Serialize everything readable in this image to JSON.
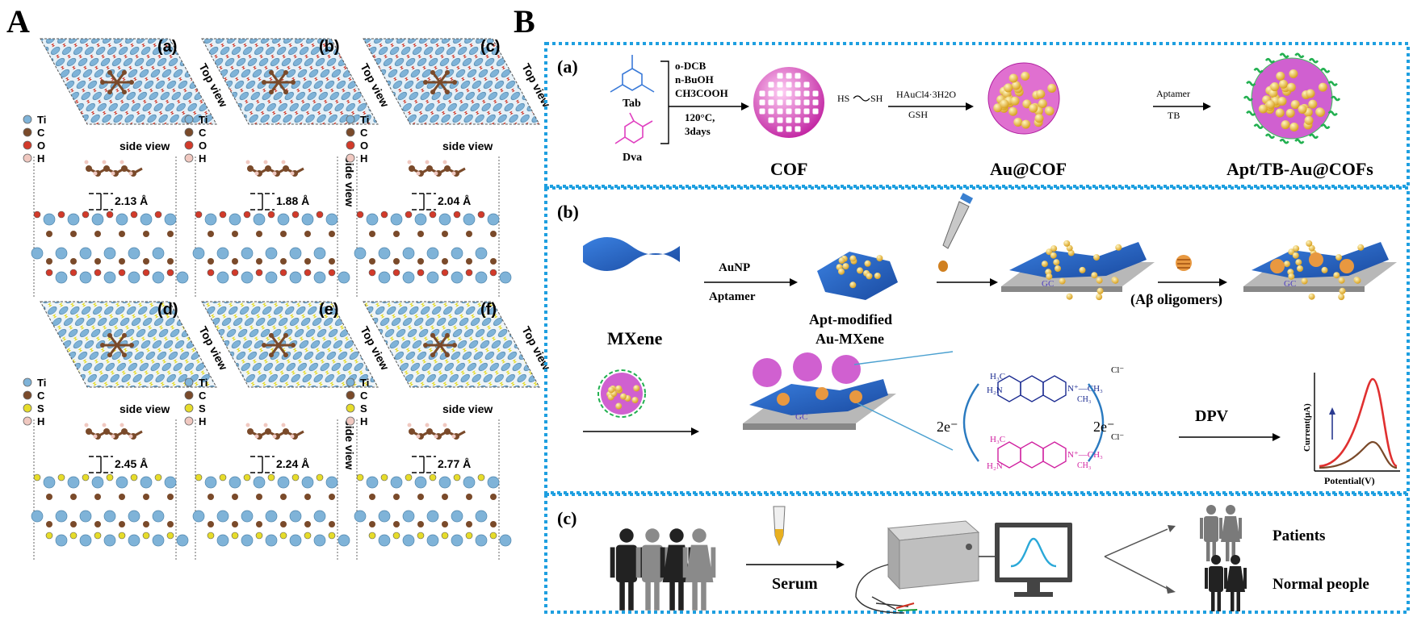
{
  "panelA": {
    "letter": "A",
    "sub": [
      "(a)",
      "(b)",
      "(c)",
      "(d)",
      "(e)",
      "(f)"
    ],
    "top_view": "Top view",
    "side_view": "side view",
    "legend_top": [
      "Ti",
      "C",
      "O",
      "H"
    ],
    "legend_bottom": [
      "Ti",
      "C",
      "S",
      "H"
    ],
    "distances": [
      "2.13 Å",
      "1.88 Å",
      "2.04 Å",
      "2.45 Å",
      "2.24 Å",
      "2.77 Å"
    ],
    "colors": {
      "ti": "#7fb3d8",
      "c": "#7a4a2a",
      "o": "#d23a2a",
      "h": "#f0c8c0",
      "s": "#e6dc2a"
    }
  },
  "panelB": {
    "letter": "B",
    "a": {
      "label": "(a)",
      "tab": "Tab",
      "dva": "Dva",
      "conditions": [
        "o-DCB",
        "n-BuOH",
        "CH3COOH",
        "120°C,",
        "3days"
      ],
      "cof": "COF",
      "hs": "HS",
      "sh": "SH",
      "haucl": "HAuCl4·3H2O",
      "gsh": "GSH",
      "aucof": "Au@COF",
      "aptamer": "Aptamer",
      "tb": "TB",
      "final": "Apt/TB-Au@COFs"
    },
    "b": {
      "label": "(b)",
      "mxene": "MXene",
      "aunp": "AuNP",
      "aptamer": "Aptamer",
      "apt_mod_1": "Apt-modified",
      "apt_mod_2": "Au-MXene",
      "gc": "GC",
      "abeta": "(Aβ oligomers)",
      "dpv": "DPV",
      "two_e": "2e⁻",
      "cl": "Cl⁻",
      "current": "Current(μA)",
      "potential": "Potential(V)"
    },
    "c": {
      "label": "(c)",
      "serum": "Serum",
      "patients": "Patients",
      "normal": "Normal people"
    },
    "colors": {
      "frame": "#1e9fe0",
      "cof": "#e040c0",
      "gold": "#f0c040",
      "mxene": "#2a6ad0",
      "red": "#e03030"
    }
  }
}
